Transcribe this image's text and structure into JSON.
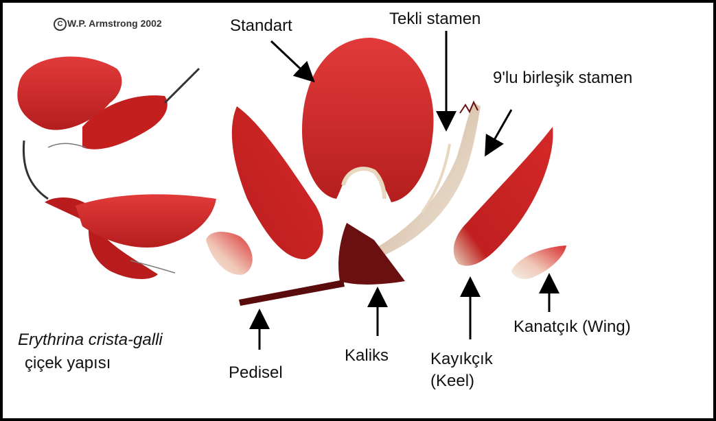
{
  "copyright": "W.P. Armstrong 2002",
  "copyright_symbol": "C",
  "species_name": "Erythrina crista-galli",
  "species_caption": "çiçek yapısı",
  "labels": {
    "standart": "Standart",
    "tekli_stamen": "Tekli stamen",
    "birlesik_stamen": "9'lu birleşik stamen",
    "pedisel": "Pedisel",
    "kaliks": "Kaliks",
    "kayikcik_line1": "Kayıkçık",
    "kayikcik_line2": "(Keel)",
    "kanatcik": "Kanatçık (Wing)"
  },
  "colors": {
    "petal_red": "#d42a2a",
    "petal_dark": "#a81818",
    "calyx": "#6b1010",
    "pedicel": "#5a0c0c",
    "stamen": "#e8d8c0",
    "arrow": "#000000"
  }
}
